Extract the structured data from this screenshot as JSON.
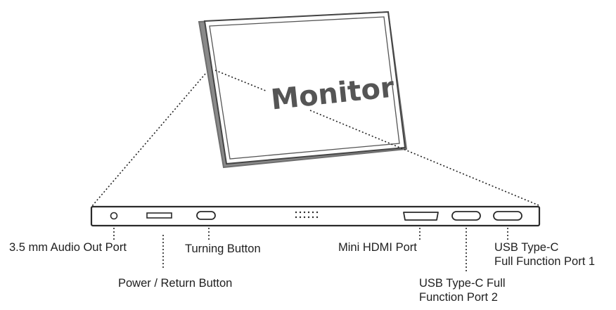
{
  "monitor_label": "Monitor",
  "labels": {
    "audio": "3.5 mm Audio Out Port",
    "power": "Power / Return Button",
    "turning": "Turning Button",
    "hdmi": "Mini HDMI Port",
    "usbc2_line1": "USB Type-C Full",
    "usbc2_line2": "Function Port 2",
    "usbc1_line1": "USB Type-C",
    "usbc1_line2": "Full Function Port 1"
  },
  "colors": {
    "stroke": "#2a2a2a",
    "monitor_fill": "#ffffff",
    "monitor_frame": "#8a8a8a",
    "text": "#1f1f1f"
  }
}
